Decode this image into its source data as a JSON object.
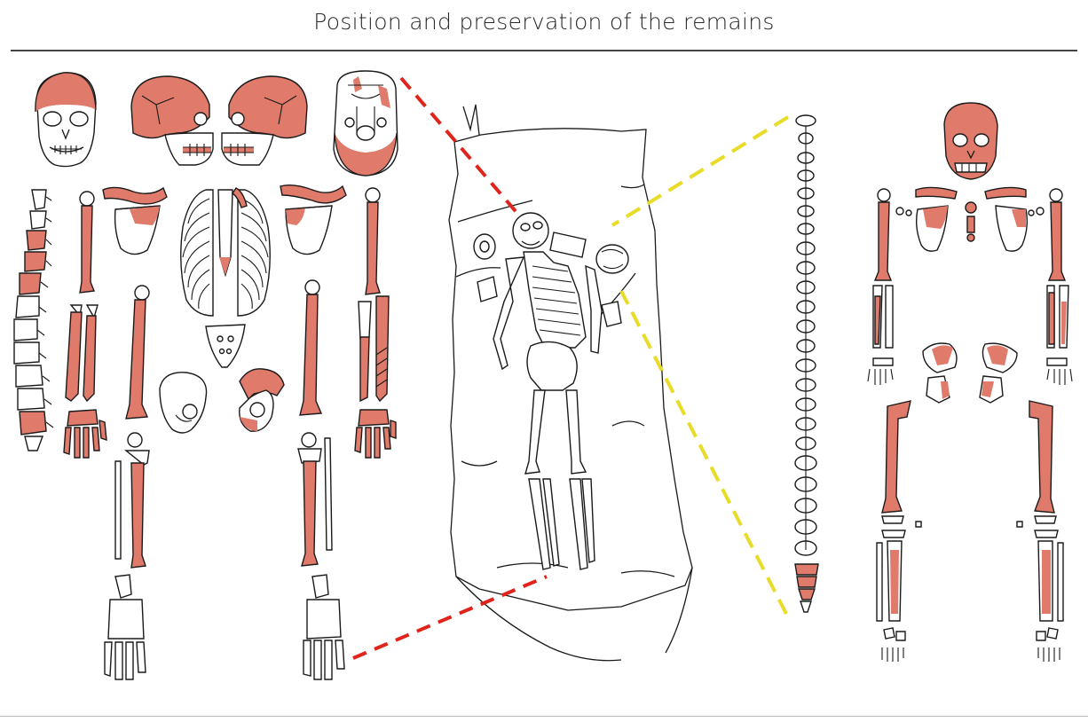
{
  "title": "Position and preservation of the remains",
  "colors": {
    "preserved": "#E07A6A",
    "outline": "#1a1a1a",
    "leader_skull_to_feet": "#E0241C",
    "leader_spine": "#E8DC28",
    "rule": "#444444"
  },
  "panels": {
    "adult_skeleton": "disarticulated-adult-skeleton",
    "burial_drawing": "burial-grave-drawing",
    "vertebral_column": "isolated-vertebral-column",
    "juvenile_skeleton": "juvenile-skeleton"
  }
}
